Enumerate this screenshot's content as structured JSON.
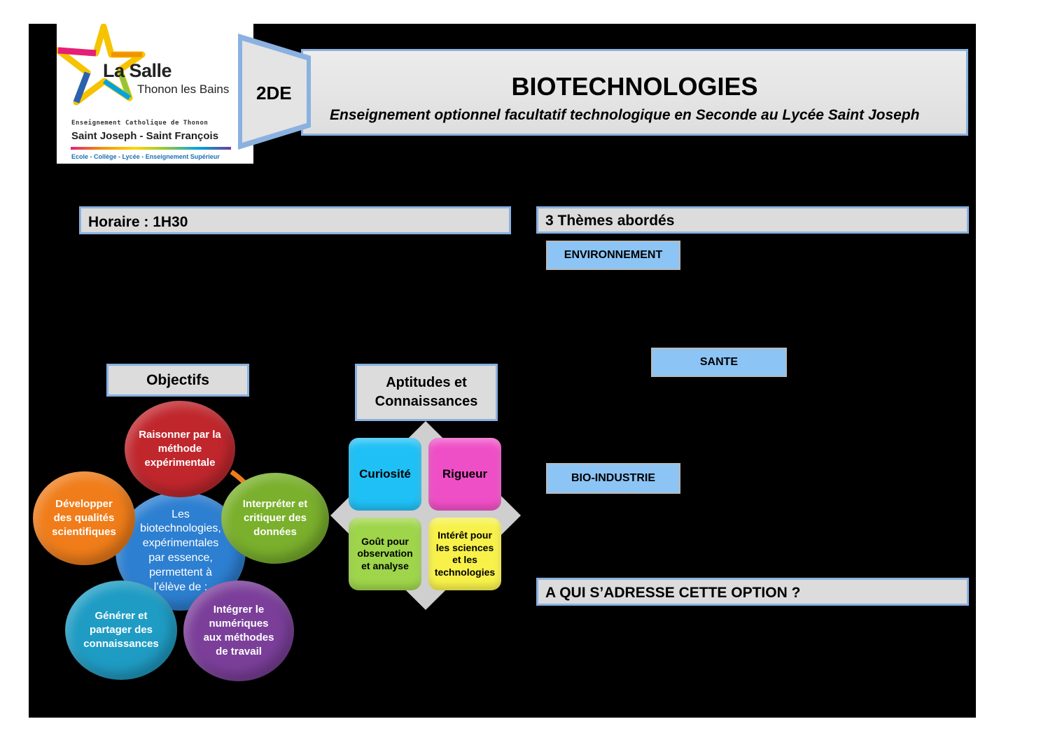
{
  "logo": {
    "name": "La Salle",
    "city": "Thonon les Bains",
    "line1": "Enseignement Catholique de Thonon",
    "line2": "Saint Joseph - Saint François",
    "line3": "Ecole - Collège - Lycée - Enseignement Supérieur"
  },
  "level": "2DE",
  "header": {
    "title": "BIOTECHNOLOGIES",
    "subtitle": "Enseignement optionnel facultatif technologique en Seconde au Lycée Saint Joseph"
  },
  "horaire": "Horaire : 1H30",
  "themes": {
    "heading": "3 Thèmes abordés",
    "items": [
      "ENVIRONNEMENT",
      "SANTE",
      "BIO-INDUSTRIE"
    ]
  },
  "objectifs": {
    "heading": "Objectifs",
    "center": "Les biotechnologies, expérimentales par essence, permettent à l’élève de :",
    "items": [
      "Raisonner par la méthode expérimentale",
      "Interpréter et critiquer des données",
      "Intégrer le numériques aux méthodes de travail",
      "Générer et partager des connaissances",
      "Développer des qualités scientifiques"
    ]
  },
  "aptitudes": {
    "heading": "Aptitudes et Connaissances",
    "items": [
      "Curiosité",
      "Rigueur",
      "Goût pour observation et analyse",
      "Intérêt pour les sciences et les technologies"
    ]
  },
  "public_heading": "A QUI S’ADRESSE CETTE OPTION ?",
  "colors": {
    "header_border": "#8ab1e0",
    "theme_fill": "#8cc4f5",
    "obj_red": "#c0272d",
    "obj_green": "#7ab02c",
    "obj_purple": "#7b3f9a",
    "obj_teal": "#1f9cc4",
    "obj_orange": "#f07d1a",
    "apt_cyan": "#1fc0f5",
    "apt_magenta": "#ef4fc6",
    "apt_green": "#9ed54a",
    "apt_yellow": "#f7f14a"
  }
}
